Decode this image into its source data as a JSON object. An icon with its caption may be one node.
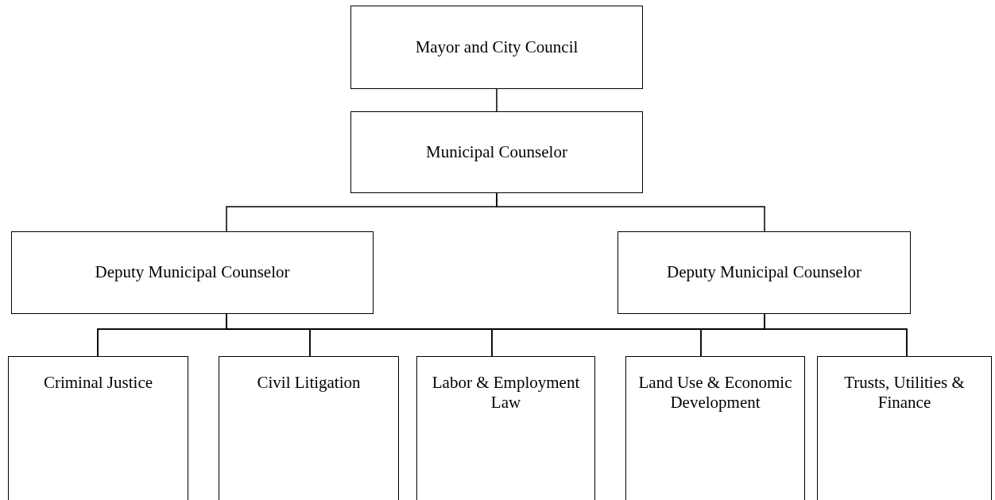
{
  "diagram": {
    "nodes": [
      {
        "text": [
          "Mayor and City Council"
        ]
      },
      {
        "text": [
          "Municipal Counselor"
        ]
      },
      {
        "text": [
          "Deputy Municipal Counselor"
        ]
      },
      {
        "text": [
          "Deputy Municipal Counselor"
        ]
      },
      {
        "text": [
          "Criminal Justice"
        ]
      },
      {
        "text": [
          "Civil Litigation"
        ]
      },
      {
        "text": [
          "Labor & Employment Law"
        ]
      },
      {
        "text": [
          "Land Use & Economic Development"
        ]
      },
      {
        "text": [
          "Trusts, Utilities & Finance"
        ]
      }
    ],
    "edges": [
      {
        "from": 0,
        "to": 1,
        "arrow": "none"
      },
      {
        "from": 1,
        "to": 2,
        "arrow": "none"
      },
      {
        "from": 1,
        "to": 3,
        "arrow": "none"
      },
      {
        "from": 2,
        "to": 4,
        "arrow": "none"
      },
      {
        "from": 2,
        "to": 5,
        "arrow": "none"
      },
      {
        "from": 2,
        "to": 6,
        "arrow": "none"
      },
      {
        "from": 2,
        "to": 7,
        "arrow": "none"
      },
      {
        "from": 2,
        "to": 8,
        "arrow": "none"
      },
      {
        "from": 3,
        "to": 4,
        "arrow": "none"
      },
      {
        "from": 3,
        "to": 5,
        "arrow": "none"
      },
      {
        "from": 3,
        "to": 6,
        "arrow": "none"
      },
      {
        "from": 3,
        "to": 7,
        "arrow": "none"
      },
      {
        "from": 3,
        "to": 8,
        "arrow": "none"
      }
    ]
  }
}
